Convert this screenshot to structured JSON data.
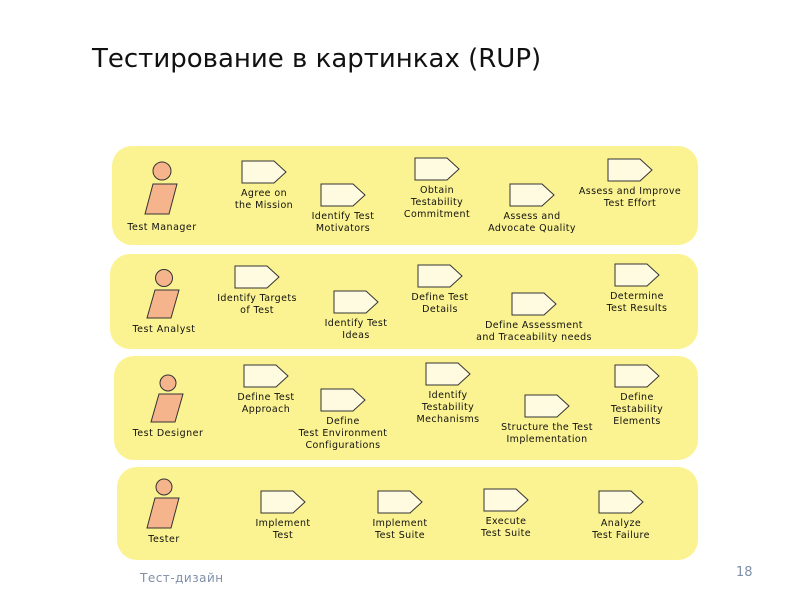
{
  "title": "Тестирование в картинках (RUP)",
  "footer": "Тест-дизайн",
  "page_number": "18",
  "colors": {
    "lane": "#fbf391",
    "figure_head": "#f6b48c",
    "figure_body": "#f6b48c",
    "activity_fill": "#fffbe0",
    "text": "#111111"
  },
  "lanes": [
    {
      "role": "Test Manager",
      "activities": [
        {
          "label": "Agree on\nthe Mission"
        },
        {
          "label": "Identify Test\nMotivators"
        },
        {
          "label": "Obtain\nTestability\nCommitment"
        },
        {
          "label": "Assess and\nAdvocate Quality"
        },
        {
          "label": "Assess and Improve\nTest Effort"
        }
      ]
    },
    {
      "role": "Test Analyst",
      "activities": [
        {
          "label": "Identify Targets\nof Test"
        },
        {
          "label": "Identify Test\nIdeas"
        },
        {
          "label": "Define Test\nDetails"
        },
        {
          "label": "Define Assessment\nand Traceability needs"
        },
        {
          "label": "Determine\nTest Results"
        }
      ]
    },
    {
      "role": "Test Designer",
      "activities": [
        {
          "label": "Define Test\nApproach"
        },
        {
          "label": "Define\nTest Environment\nConfigurations"
        },
        {
          "label": "Identify\nTestability\nMechanisms"
        },
        {
          "label": "Structure the Test\nImplementation"
        },
        {
          "label": "Define\nTestability\nElements"
        }
      ]
    },
    {
      "role": "Tester",
      "activities": [
        {
          "label": "Implement\nTest"
        },
        {
          "label": "Implement\nTest Suite"
        },
        {
          "label": "Execute\nTest Suite"
        },
        {
          "label": "Analyze\nTest Failure"
        }
      ]
    }
  ]
}
